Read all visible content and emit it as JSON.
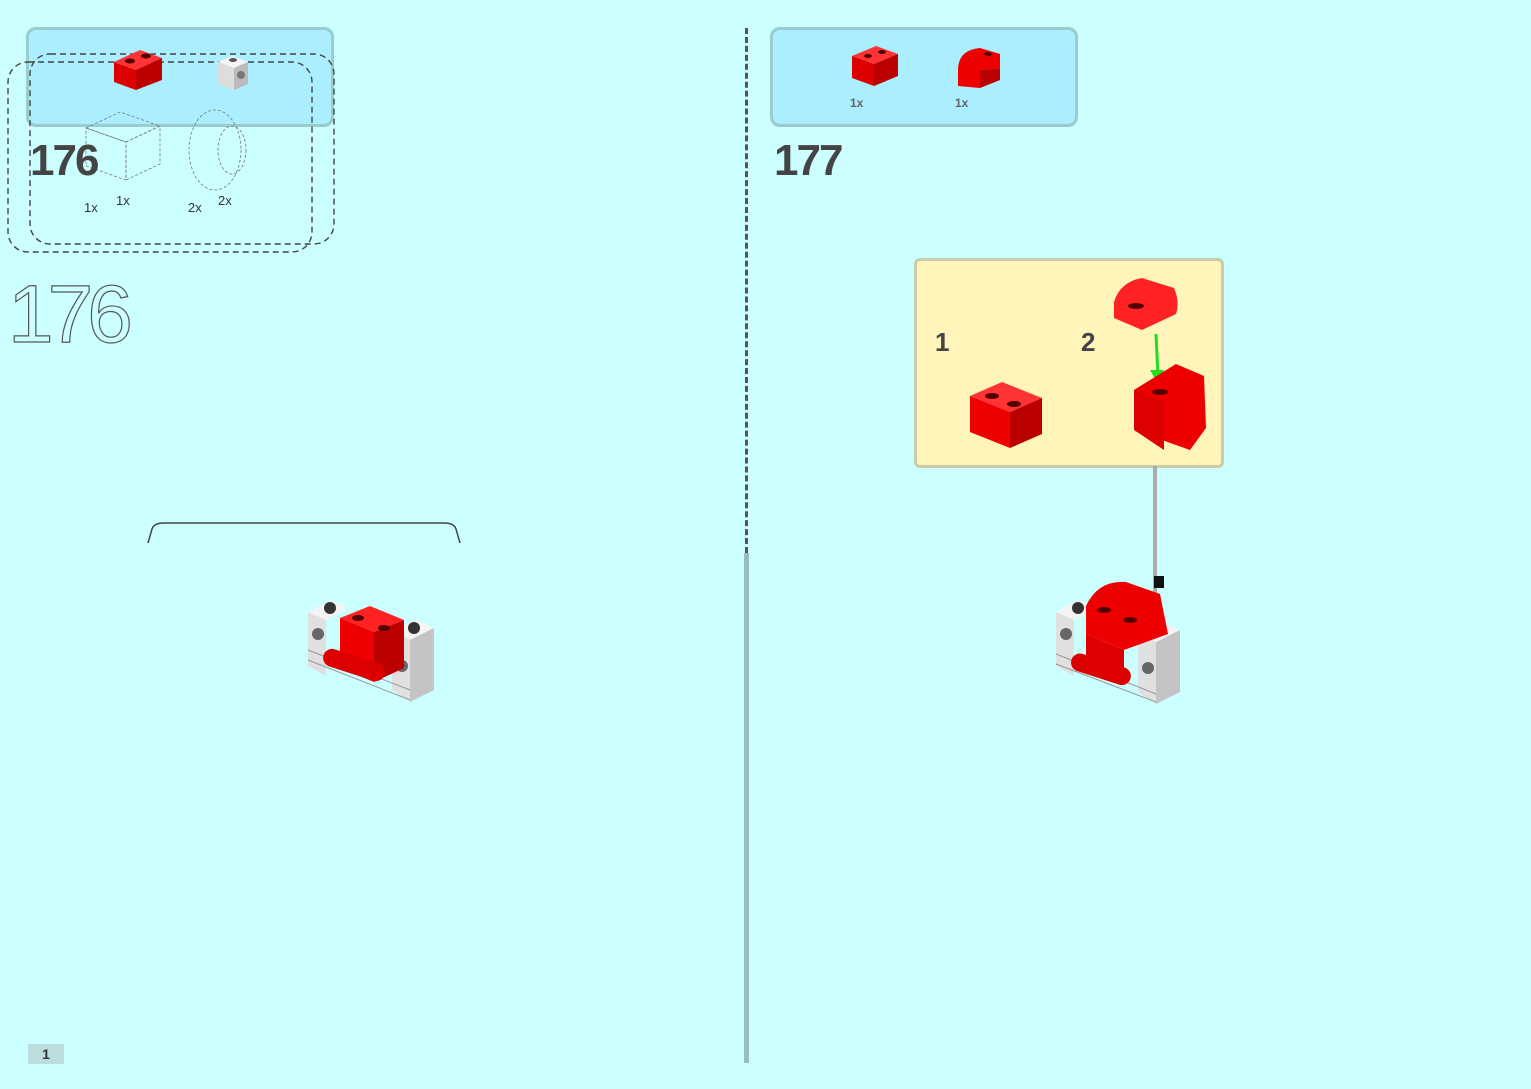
{
  "left_page": {
    "step": "176",
    "ghost_step": "176",
    "parts": [
      {
        "qty": "1x",
        "qty_shadow": "1x",
        "color": "red",
        "name": "brick-1x2"
      },
      {
        "qty": "2x",
        "qty_shadow": "2x",
        "color": "light-gray",
        "name": "brick-1x1-with-stud"
      }
    ]
  },
  "right_page": {
    "step": "177",
    "parts": [
      {
        "qty": "1x",
        "color": "red",
        "name": "brick-1x2"
      },
      {
        "qty": "1x",
        "color": "red",
        "name": "slope-curved-brick"
      }
    ],
    "callout": {
      "sub_steps": [
        "1",
        "2"
      ]
    }
  },
  "page_number": "1",
  "colors": {
    "background": "#ccffff",
    "parts_box": "#aaeeff",
    "callout": "#fff5bb",
    "brick_red": "#ee1111",
    "arrow_green": "#22dd22"
  }
}
